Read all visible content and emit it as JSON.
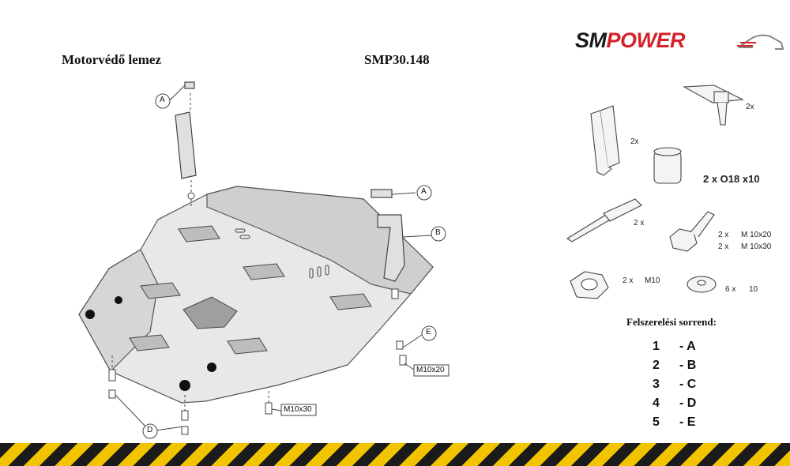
{
  "header": {
    "title_left": "Motorvédő lemez",
    "title_right": "SMP30.148"
  },
  "logo": {
    "part1": "SM",
    "part2": "POWER"
  },
  "diagram": {
    "callouts": [
      "A",
      "A",
      "B",
      "E",
      "D"
    ],
    "bolt_labels": [
      "M10x20",
      "M10x30"
    ]
  },
  "parts": [
    {
      "qty": "2x"
    },
    {
      "qty": "2x"
    },
    {
      "qty": "2 x O18 x10"
    },
    {
      "qty": "2 x"
    },
    {
      "qty_a": "2 x",
      "size_a": "M 10x20",
      "qty_b": "2 x",
      "size_b": "M 10x30"
    },
    {
      "qty": "2 x",
      "size": "M10"
    },
    {
      "qty": "6 x",
      "size": "10"
    }
  ],
  "assembly": {
    "title": "Felszerelési sorrend:",
    "steps": [
      {
        "n": "1",
        "v": "- A"
      },
      {
        "n": "2",
        "v": "- B"
      },
      {
        "n": "3",
        "v": "- C"
      },
      {
        "n": "4",
        "v": "- D"
      },
      {
        "n": "5",
        "v": "- E"
      }
    ]
  },
  "colors": {
    "brand_red": "#d2232a",
    "hazard_yellow": "#f2c400",
    "hazard_black": "#1b1b1b"
  }
}
